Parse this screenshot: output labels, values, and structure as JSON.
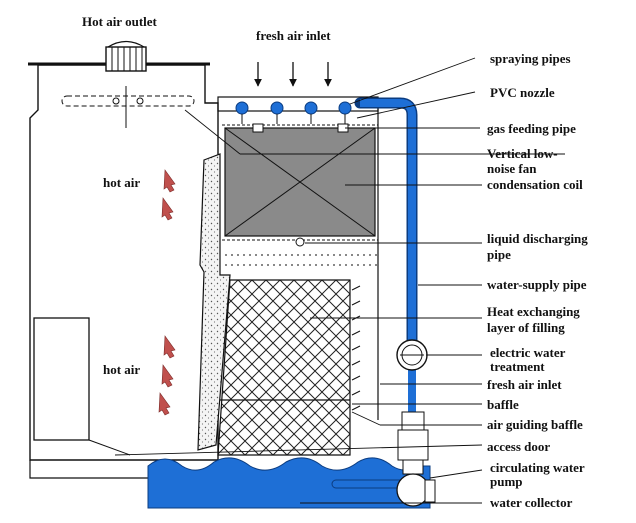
{
  "labels": {
    "hot_air_outlet": "Hot air outlet",
    "fresh_air_inlet_top": "fresh air inlet",
    "hot_air_upper": "hot air",
    "hot_air_lower": "hot air",
    "spraying_pipes": "spraying pipes",
    "pvc_nozzle": "PVC nozzle",
    "gas_feeding_pipe": "gas feeding pipe",
    "coil_line1": "Vertical low-",
    "coil_line2": "noise fan",
    "coil_line3": "condensation coil",
    "liquid_line1": "liquid discharging",
    "liquid_line2": "pipe",
    "water_supply_pipe": "water-supply pipe",
    "heat_line1": "Heat exchanging",
    "heat_line2": "layer of filling",
    "treat_line1": "electric water",
    "treat_line2": "treatment",
    "fresh_air_inlet_side": "fresh air inlet",
    "baffle": "baffle",
    "air_guiding_baffle": "air guiding baffle",
    "access_door": "access door",
    "pump_line1": "circulating water",
    "pump_line2": "pump",
    "water_collector": "water collector"
  },
  "colors": {
    "water": "#1e6fd6",
    "pipe": "#1e6fd6",
    "coil": "#8a8a8a",
    "arrow_hot": "#c0504d",
    "line": "#111111"
  }
}
